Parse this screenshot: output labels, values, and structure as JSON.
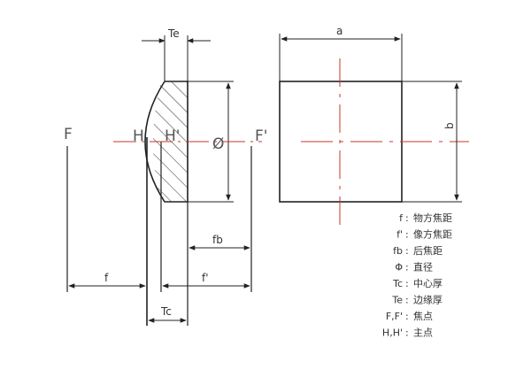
{
  "labels": {
    "F": "F",
    "H": "H",
    "H_prime": "H'",
    "diameter": "Ø",
    "F_prime": "F'",
    "Te": "Te",
    "a": "a",
    "b": "b",
    "fb": "fb",
    "f": "f",
    "f_prime": "f'",
    "Tc": "Tc"
  },
  "legend": [
    {
      "symbol": "f",
      "sep": ":",
      "desc": "物方焦距"
    },
    {
      "symbol": "f'",
      "sep": ":",
      "desc": "像方焦距"
    },
    {
      "symbol": "fb",
      "sep": ":",
      "desc": "后焦距"
    },
    {
      "symbol": "Φ",
      "sep": ":",
      "desc": "直径"
    },
    {
      "symbol": "Tc",
      "sep": ":",
      "desc": "中心厚"
    },
    {
      "symbol": "Te",
      "sep": ":",
      "desc": "边缘厚"
    },
    {
      "symbol": "F,F'",
      "sep": ":",
      "desc": "焦点"
    },
    {
      "symbol": "H,H'",
      "sep": ":",
      "desc": "主点"
    }
  ],
  "colors": {
    "axis": "#c0392b",
    "line": "#222222",
    "text": "#333333"
  }
}
